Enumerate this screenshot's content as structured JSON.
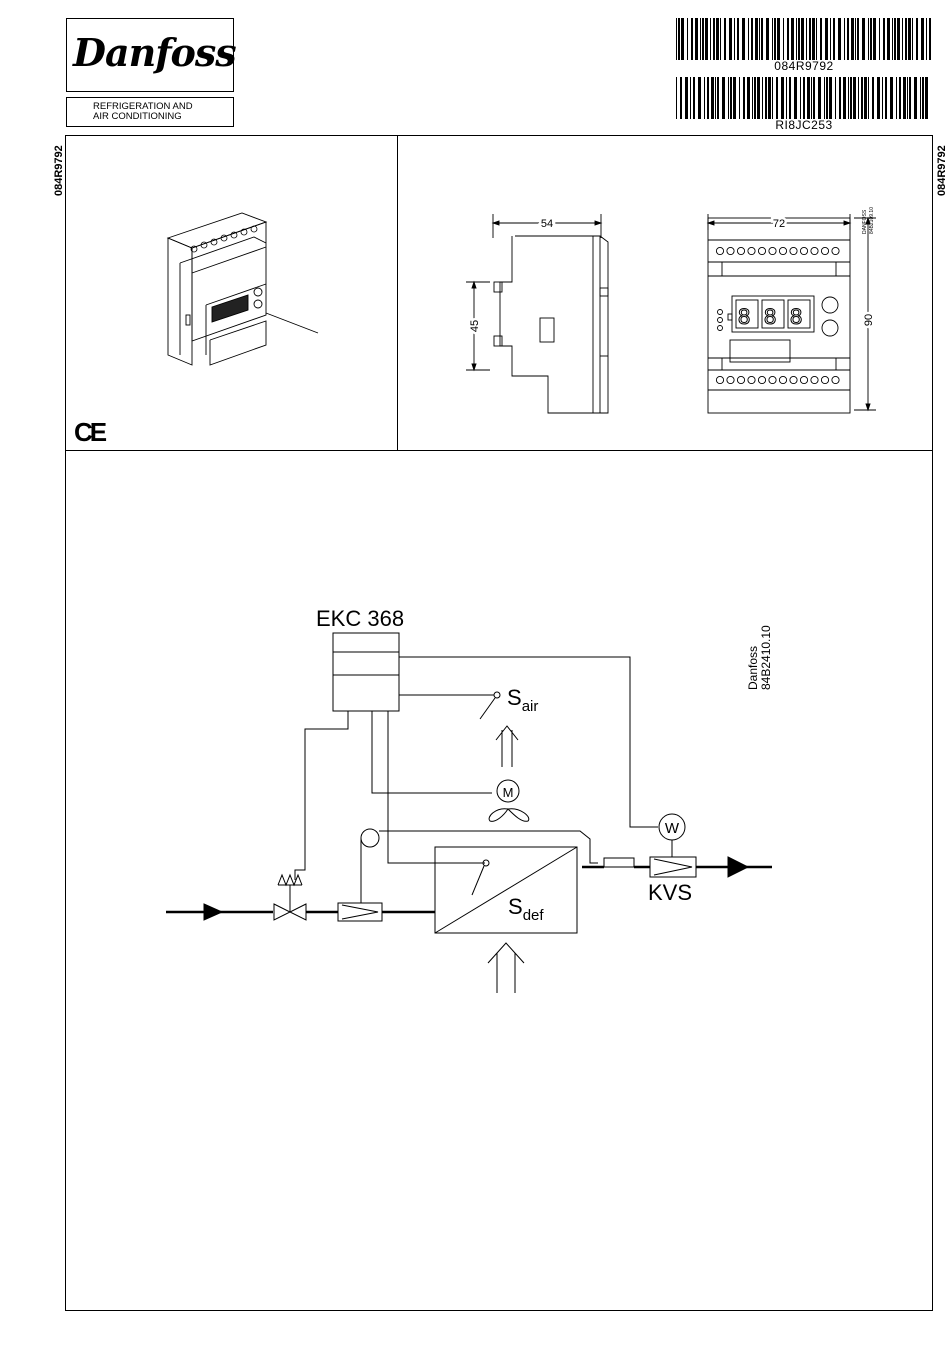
{
  "header": {
    "logo_text": "Danfoss",
    "subtitle_line1": "REFRIGERATION AND",
    "subtitle_line2": "AIR CONDITIONING",
    "barcode1_text": "084R9792",
    "barcode2_text": "RI8JC253",
    "side_code_left": "084R9792",
    "side_code_right": "084R9792"
  },
  "marks": {
    "ce": "CE"
  },
  "dimensions": {
    "side_width": "54",
    "side_height": "45",
    "front_width": "72",
    "front_height": "90",
    "ref_small_1": "DANFOSS",
    "ref_small_2": "84B2109.10"
  },
  "diagram": {
    "controller_label": "EKC 368",
    "sensor_air_main": "S",
    "sensor_air_sub": "air",
    "sensor_def_main": "S",
    "sensor_def_sub": "def",
    "fan_motor_label": "M",
    "valve_actuator_label": "W",
    "valve_label": "KVS",
    "ref_line1": "Danfoss",
    "ref_line2": "84B2410.10"
  }
}
